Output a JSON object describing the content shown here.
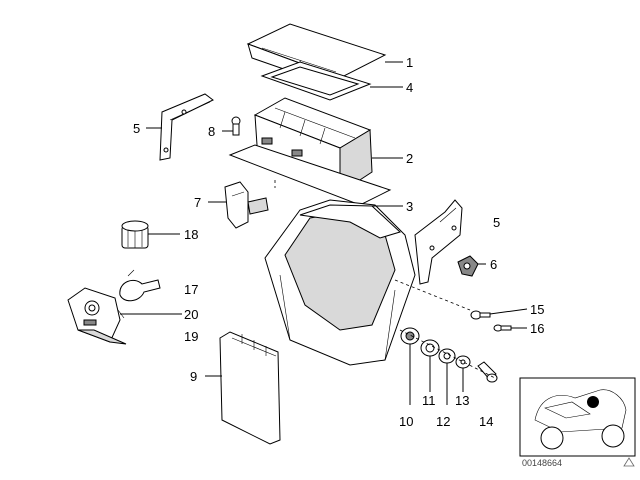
{
  "callouts": [
    {
      "id": "c1",
      "label": "1"
    },
    {
      "id": "c4",
      "label": "4"
    },
    {
      "id": "c5a",
      "label": "5"
    },
    {
      "id": "c8",
      "label": "8"
    },
    {
      "id": "c2",
      "label": "2"
    },
    {
      "id": "c7",
      "label": "7"
    },
    {
      "id": "c3",
      "label": "3"
    },
    {
      "id": "c5b",
      "label": "5"
    },
    {
      "id": "c18",
      "label": "18"
    },
    {
      "id": "c6",
      "label": "6"
    },
    {
      "id": "c17",
      "label": "17"
    },
    {
      "id": "c15",
      "label": "15"
    },
    {
      "id": "c20",
      "label": "20"
    },
    {
      "id": "c16",
      "label": "16"
    },
    {
      "id": "c19",
      "label": "19"
    },
    {
      "id": "c9",
      "label": "9"
    },
    {
      "id": "c10",
      "label": "10"
    },
    {
      "id": "c11",
      "label": "11"
    },
    {
      "id": "c12",
      "label": "12"
    },
    {
      "id": "c13",
      "label": "13"
    },
    {
      "id": "c14",
      "label": "14"
    }
  ],
  "reference_code": "00148664"
}
